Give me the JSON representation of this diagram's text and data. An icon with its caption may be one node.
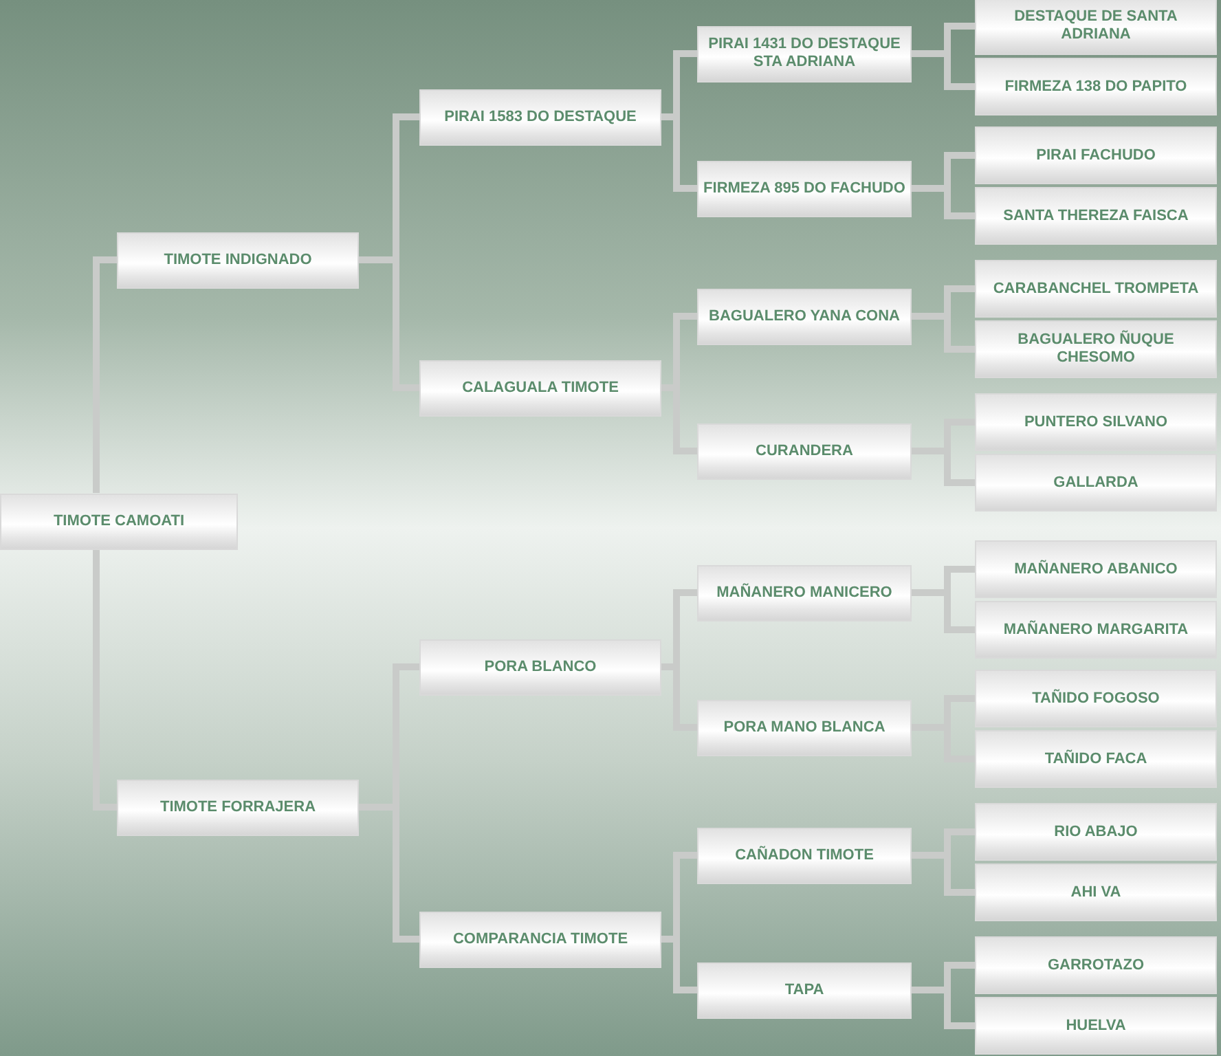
{
  "diagram": {
    "nodes": [
      {
        "text": [
          "TIMOTE CAMOATI"
        ]
      },
      {
        "text": [
          "TIMOTE INDIGNADO"
        ]
      },
      {
        "text": [
          "TIMOTE FORRAJERA"
        ]
      },
      {
        "text": [
          "PIRAI 1583 DO DESTAQUE"
        ]
      },
      {
        "text": [
          "CALAGUALA TIMOTE"
        ]
      },
      {
        "text": [
          "PORA BLANCO"
        ]
      },
      {
        "text": [
          "COMPARANCIA TIMOTE"
        ]
      },
      {
        "text": [
          "PIRAI 1431 DO DESTAQUE STA ADRIANA"
        ]
      },
      {
        "text": [
          "FIRMEZA 895 DO FACHUDO"
        ]
      },
      {
        "text": [
          "BAGUALERO YANA CONA"
        ]
      },
      {
        "text": [
          "CURANDERA"
        ]
      },
      {
        "text": [
          "MAÑANERO MANICERO"
        ]
      },
      {
        "text": [
          "PORA MANO BLANCA"
        ]
      },
      {
        "text": [
          "CAÑADON TIMOTE"
        ]
      },
      {
        "text": [
          "TAPA"
        ]
      },
      {
        "text": [
          "DESTAQUE DE SANTA ADRIANA"
        ]
      },
      {
        "text": [
          "FIRMEZA 138 DO PAPITO"
        ]
      },
      {
        "text": [
          "PIRAI FACHUDO"
        ]
      },
      {
        "text": [
          "SANTA THEREZA FAISCA"
        ]
      },
      {
        "text": [
          "CARABANCHEL TROMPETA"
        ]
      },
      {
        "text": [
          "BAGUALERO ÑUQUE CHESOMO"
        ]
      },
      {
        "text": [
          "PUNTERO SILVANO"
        ]
      },
      {
        "text": [
          "GALLARDA"
        ]
      },
      {
        "text": [
          "MAÑANERO ABANICO"
        ]
      },
      {
        "text": [
          "MAÑANERO MARGARITA"
        ]
      },
      {
        "text": [
          "TAÑIDO FOGOSO"
        ]
      },
      {
        "text": [
          "TAÑIDO FACA"
        ]
      },
      {
        "text": [
          "RIO ABAJO"
        ]
      },
      {
        "text": [
          "AHI VA"
        ]
      },
      {
        "text": [
          "GARROTAZO"
        ]
      },
      {
        "text": [
          "HUELVA"
        ]
      }
    ],
    "edges": [
      {
        "from": 0,
        "to": 1,
        "arrow": "none"
      },
      {
        "from": 0,
        "to": 2,
        "arrow": "none"
      },
      {
        "from": 1,
        "to": 3,
        "arrow": "none"
      },
      {
        "from": 1,
        "to": 4,
        "arrow": "none"
      },
      {
        "from": 2,
        "to": 5,
        "arrow": "none"
      },
      {
        "from": 2,
        "to": 6,
        "arrow": "none"
      },
      {
        "from": 3,
        "to": 7,
        "arrow": "none"
      },
      {
        "from": 3,
        "to": 8,
        "arrow": "none"
      },
      {
        "from": 4,
        "to": 9,
        "arrow": "none"
      },
      {
        "from": 4,
        "to": 10,
        "arrow": "none"
      },
      {
        "from": 5,
        "to": 11,
        "arrow": "none"
      },
      {
        "from": 5,
        "to": 12,
        "arrow": "none"
      },
      {
        "from": 6,
        "to": 13,
        "arrow": "none"
      },
      {
        "from": 6,
        "to": 14,
        "arrow": "none"
      },
      {
        "from": 7,
        "to": 15,
        "arrow": "none"
      },
      {
        "from": 7,
        "to": 16,
        "arrow": "none"
      },
      {
        "from": 8,
        "to": 17,
        "arrow": "none"
      },
      {
        "from": 8,
        "to": 18,
        "arrow": "none"
      },
      {
        "from": 9,
        "to": 19,
        "arrow": "none"
      },
      {
        "from": 9,
        "to": 20,
        "arrow": "none"
      },
      {
        "from": 10,
        "to": 21,
        "arrow": "none"
      },
      {
        "from": 10,
        "to": 22,
        "arrow": "none"
      },
      {
        "from": 11,
        "to": 23,
        "arrow": "none"
      },
      {
        "from": 11,
        "to": 24,
        "arrow": "none"
      },
      {
        "from": 12,
        "to": 25,
        "arrow": "none"
      },
      {
        "from": 12,
        "to": 26,
        "arrow": "none"
      },
      {
        "from": 13,
        "to": 27,
        "arrow": "none"
      },
      {
        "from": 13,
        "to": 28,
        "arrow": "none"
      },
      {
        "from": 14,
        "to": 29,
        "arrow": "none"
      },
      {
        "from": 14,
        "to": 30,
        "arrow": "none"
      }
    ]
  }
}
